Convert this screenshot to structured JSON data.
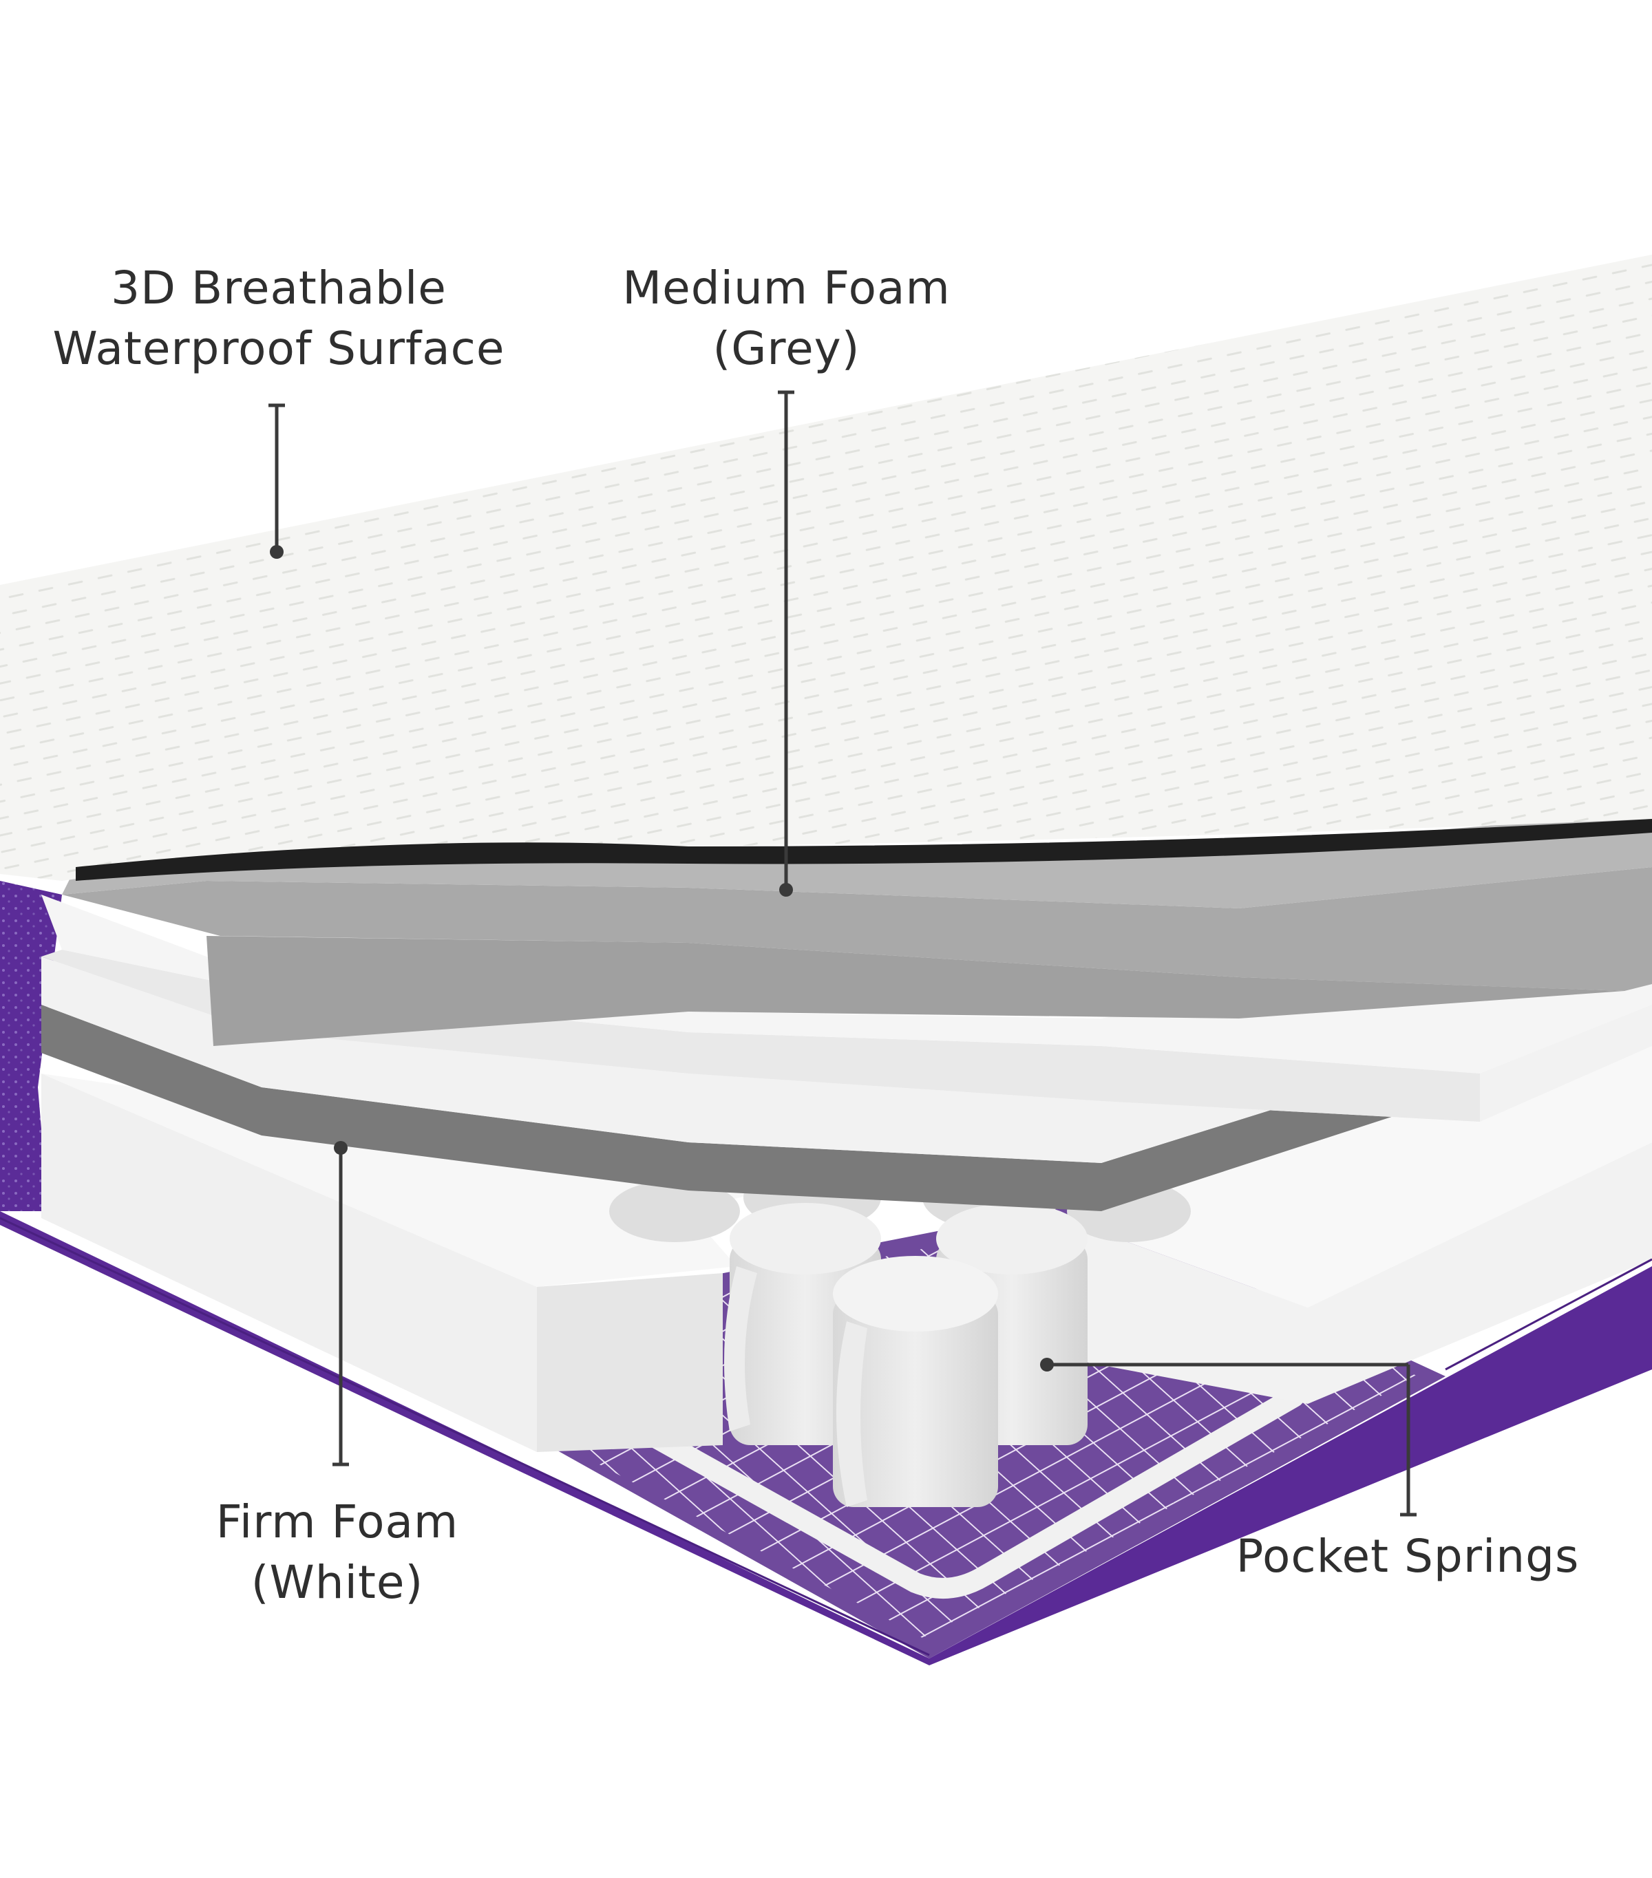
{
  "diagram": {
    "subject": "Mattress layer cross-section",
    "colors": {
      "background": "#ffffff",
      "label_text": "#2f2f2f",
      "leader_line": "#3a3a3a",
      "cover_fabric": "#f4f4f2",
      "cover_pattern": "#e2e3df",
      "medium_foam": "#b3b3b3",
      "medium_foam_side": "#a3a3a3",
      "firm_foam": "#ececec",
      "firm_foam_side": "#f4f4f4",
      "divider_strip": "#7a7a7a",
      "purple_border": "#5a2a96",
      "base_purple": "#6f4a9c",
      "base_grid": "#e8def2",
      "spring_pocket": "#e6e6e6"
    },
    "callouts": [
      {
        "id": "surface",
        "line1": "3D Breathable",
        "line2": "Waterproof Surface"
      },
      {
        "id": "medium-foam",
        "line1": "Medium Foam",
        "line2": "(Grey)"
      },
      {
        "id": "firm-foam",
        "line1": "Firm Foam",
        "line2": "(White)"
      },
      {
        "id": "pocket-springs",
        "line1": "Pocket Springs",
        "line2": ""
      }
    ]
  }
}
